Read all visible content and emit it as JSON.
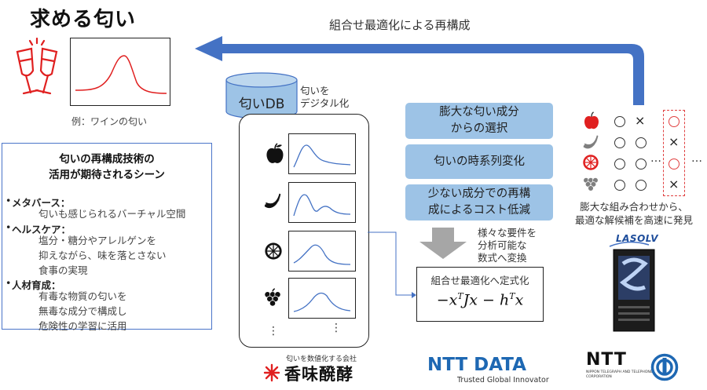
{
  "title": "求める匂い",
  "wine_caption": "例：ワインの匂い",
  "arrow_label": "組合せ最適化による再構成",
  "db": {
    "label": "匂いDB",
    "digitize_note": "匂いを\nデジタル化",
    "dots": "⋮"
  },
  "scenes": {
    "title_line1": "匂いの再構成技術の",
    "title_line2": "活用が期待されるシーン",
    "items": [
      {
        "head": "メタバース：",
        "lines": [
          "匂いも感じられるバーチャル空間"
        ]
      },
      {
        "head": "ヘルスケア：",
        "lines": [
          "塩分・糖分やアレルゲンを",
          "抑えながら、味を落とさない",
          "食事の実現"
        ]
      },
      {
        "head": "人材育成：",
        "lines": [
          "有毒な物質の匂いを",
          "無毒な成分で構成し",
          "危険性の学習に活用"
        ]
      }
    ]
  },
  "blue_boxes": [
    [
      "膨大な匂い成分",
      "からの選択"
    ],
    [
      "匂いの時系列変化"
    ],
    [
      "少ない成分での再構",
      "成によるコスト低減"
    ]
  ],
  "convert_note": [
    "様々な要件を",
    "分析可能な",
    "数式へ変換"
  ],
  "formula": {
    "label": "組合せ最適化へ定式化",
    "expr": "−x^T Jx − h^T x"
  },
  "grid": {
    "ellipsis": "…"
  },
  "solver_caption": [
    "膨大な組み合わせから、",
    "最適な解候補を高速に発見"
  ],
  "lasolv": "LASOLV",
  "logos": {
    "komi_tag": "匂いを数値化する会社",
    "komi": "香味醗酵",
    "nttdata": "NTT DATA",
    "nttdata_tag": "Trusted Global Innovator",
    "ntt": "NTT",
    "ntt_tag1": "NIPPON TELEGRAPH AND TELEPHONE",
    "ntt_tag2": "CORPORATION"
  },
  "colors": {
    "arrow": "#4472c4",
    "curve_red": "#e02020",
    "curve_blue": "#4472c4",
    "box_fill": "#9dc3e6",
    "accent_red": "#e04040"
  }
}
